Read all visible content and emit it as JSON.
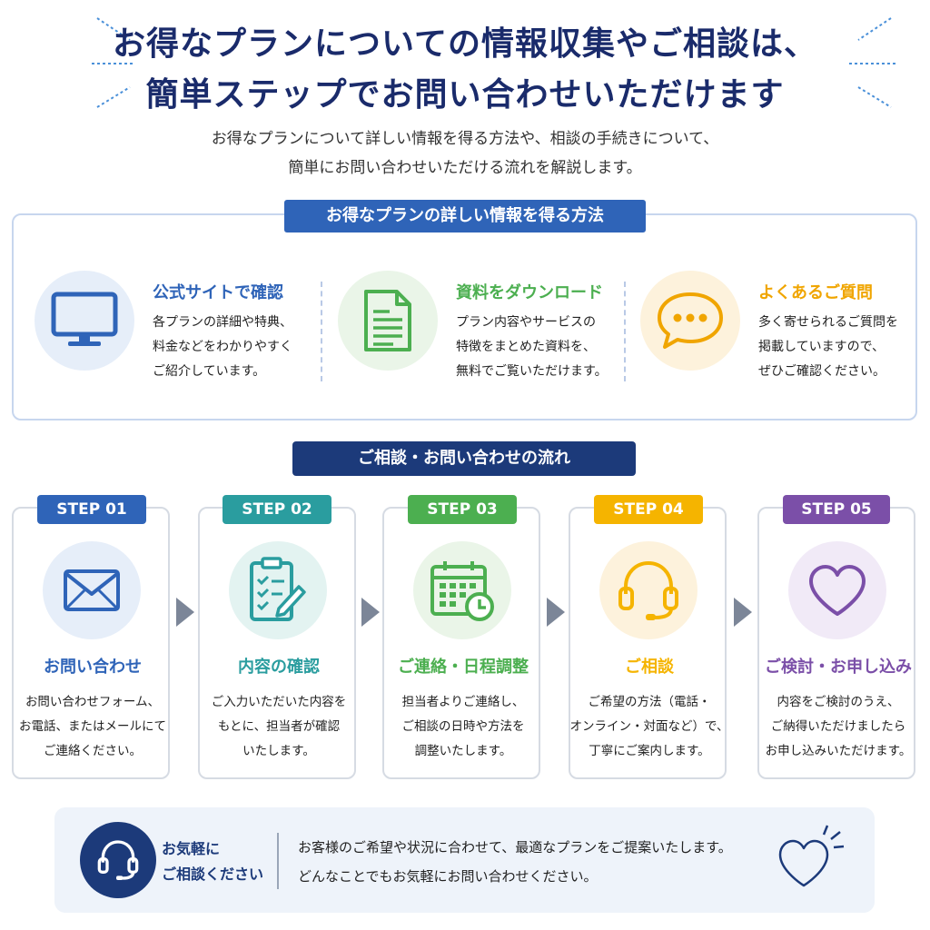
{
  "header": {
    "title_line1": "お得なプランについての情報収集やご相談は、",
    "title_line2": "簡単ステップでお問い合わせいただけます",
    "subtitle_line1": "お得なプランについて詳しい情報を得る方法や、相談の手続きについて、",
    "subtitle_line2": "簡単にお問い合わせいただける流れを解説します。"
  },
  "info_section": {
    "title": "お得なプランの詳しい情報を得る方法",
    "methods": [
      {
        "title": "公式サイトで確認",
        "description": "各プランの詳細や特典、\n料金などをわかりやすく\nご紹介しています。",
        "icon": "monitor-icon",
        "color": "#2f64b8"
      },
      {
        "title": "資料をダウンロード",
        "description": "プラン内容やサービスの\n特徴をまとめた資料を、\n無料でご覧いただけます。",
        "icon": "document-icon",
        "color": "#4caf50"
      },
      {
        "title": "よくあるご質問",
        "description": "多く寄せられるご質問を\n掲載していますので、\nぜひご確認ください。",
        "icon": "speech-bubble-icon",
        "color": "#f0a500"
      }
    ]
  },
  "flow_section": {
    "title": "ご相談・お問い合わせの流れ",
    "steps": [
      {
        "badge": "STEP 01",
        "title": "お問い合わせ",
        "description": "お問い合わせフォーム、\nお電話、またはメールにて\nご連絡ください。",
        "icon": "envelope-icon",
        "color": "#2f64b8"
      },
      {
        "badge": "STEP 02",
        "title": "内容の確認",
        "description": "ご入力いただいた内容を\nもとに、担当者が確認\nいたします。",
        "icon": "clipboard-checklist-icon",
        "color": "#2a9d9f"
      },
      {
        "badge": "STEP 03",
        "title": "ご連絡・日程調整",
        "description": "担当者よりご連絡し、\nご相談の日時や方法を\n調整いたします。",
        "icon": "calendar-clock-icon",
        "color": "#4caf50"
      },
      {
        "badge": "STEP 04",
        "title": "ご相談",
        "description": "ご希望の方法（電話・\nオンライン・対面など）で、\n丁寧にご案内します。",
        "icon": "headset-icon",
        "color": "#f5b400"
      },
      {
        "badge": "STEP 05",
        "title": "ご検討・お申し込み",
        "description": "内容をご検討のうえ、\nご納得いただけましたら\nお申し込みいただけます。",
        "icon": "heart-icon",
        "color": "#7b4fa8"
      }
    ]
  },
  "footer": {
    "label": "お気軽に\nご相談ください",
    "message": "お客様のご希望や状況に合わせて、最適なプランをご提案いたします。\nどんなことでもお気軽にお問い合わせください。",
    "icon": "headset-icon",
    "accent_icon": "heart-icon"
  }
}
